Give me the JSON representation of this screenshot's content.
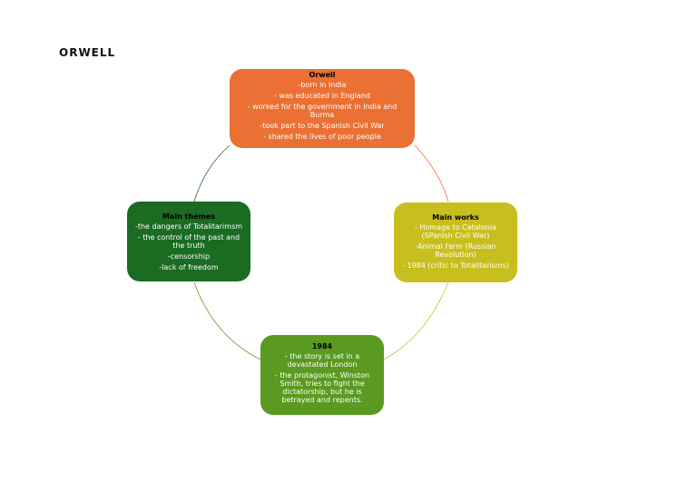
{
  "page": {
    "title": "ORWELL"
  },
  "nodes": {
    "orwell": {
      "title": "Orwell",
      "items": [
        "-born in India",
        "- was educated in England",
        "- worked for the government in India and Burma",
        "-took part to the Spanish Civil War",
        "- shared the lives of poor people"
      ]
    },
    "works": {
      "title": "Main works",
      "items": [
        "- Homage to Catalonia (SPanish Civil War)",
        "-Animal Farm (Russian Revolution)",
        "- 1984 (critic to Totalitarisms)"
      ]
    },
    "themes": {
      "title": "Main themes",
      "items": [
        "-the dangers of Totalitarimsm",
        "- the control of the past and the truth",
        "-censorship",
        "-lack of freedom"
      ]
    },
    "n1984": {
      "title": "1984",
      "items": [
        "- the story is set in a devastated London",
        "- the protagonist, Winston Smith, tries to fight the dictatorship, but he is betrayed and repents."
      ]
    }
  },
  "colors": {
    "orwell": "#ea7033",
    "works": "#c8bf1e",
    "themes": "#1b6b22",
    "n1984": "#5a9a20"
  }
}
